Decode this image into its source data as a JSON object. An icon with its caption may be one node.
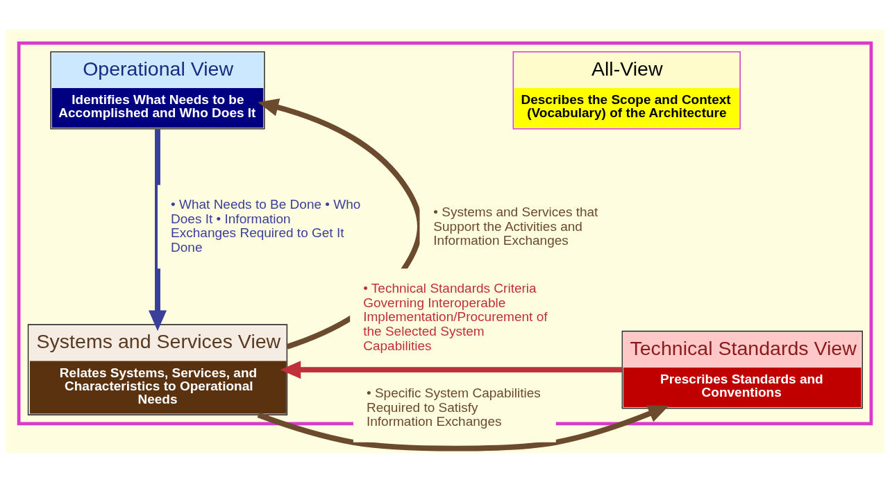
{
  "diagram": {
    "nodes": [
      {
        "text": [],
        "shape": "box"
      },
      {
        "text": [
          "All-View",
          "Describes the Scope and Context (Vocabulary) of the Architecture"
        ],
        "in": 0
      },
      {
        "text": [
          "Operational View",
          "Identifies What Needs to be Accomplished and Who Does It"
        ],
        "in": 0
      },
      {
        "text": [
          "Systems and Services View",
          "Relates Systems, Services, and Characteristics to Operational Needs"
        ],
        "in": 0
      },
      {
        "text": [
          "Technical Standards View",
          "Prescribes Standards and Conventions"
        ],
        "in": 0
      }
    ],
    "edges": [
      {
        "from": 2,
        "to": 3,
        "arrow": "to",
        "color": "#3a3f9a",
        "label": "• What Needs to Be Done • Who Does It • Information Exchanges Required to Get It Done"
      },
      {
        "from": 3,
        "to": 2,
        "arrow": "to",
        "color": "#6b4a2e",
        "label": "• Systems and Services that Support the Activities and Information Exchanges"
      },
      {
        "from": 3,
        "to": 4,
        "arrow": "to",
        "color": "#6b4a2e",
        "label": "• Specific System Capabilities Required to Satisfy Information Exchanges"
      },
      {
        "from": 4,
        "to": 3,
        "arrow": "to",
        "color": "#c0303a",
        "label": "• Technical Standards Criteria Governing Interoperable Implementation/Procurement of the Selected System Capabilities"
      }
    ]
  }
}
